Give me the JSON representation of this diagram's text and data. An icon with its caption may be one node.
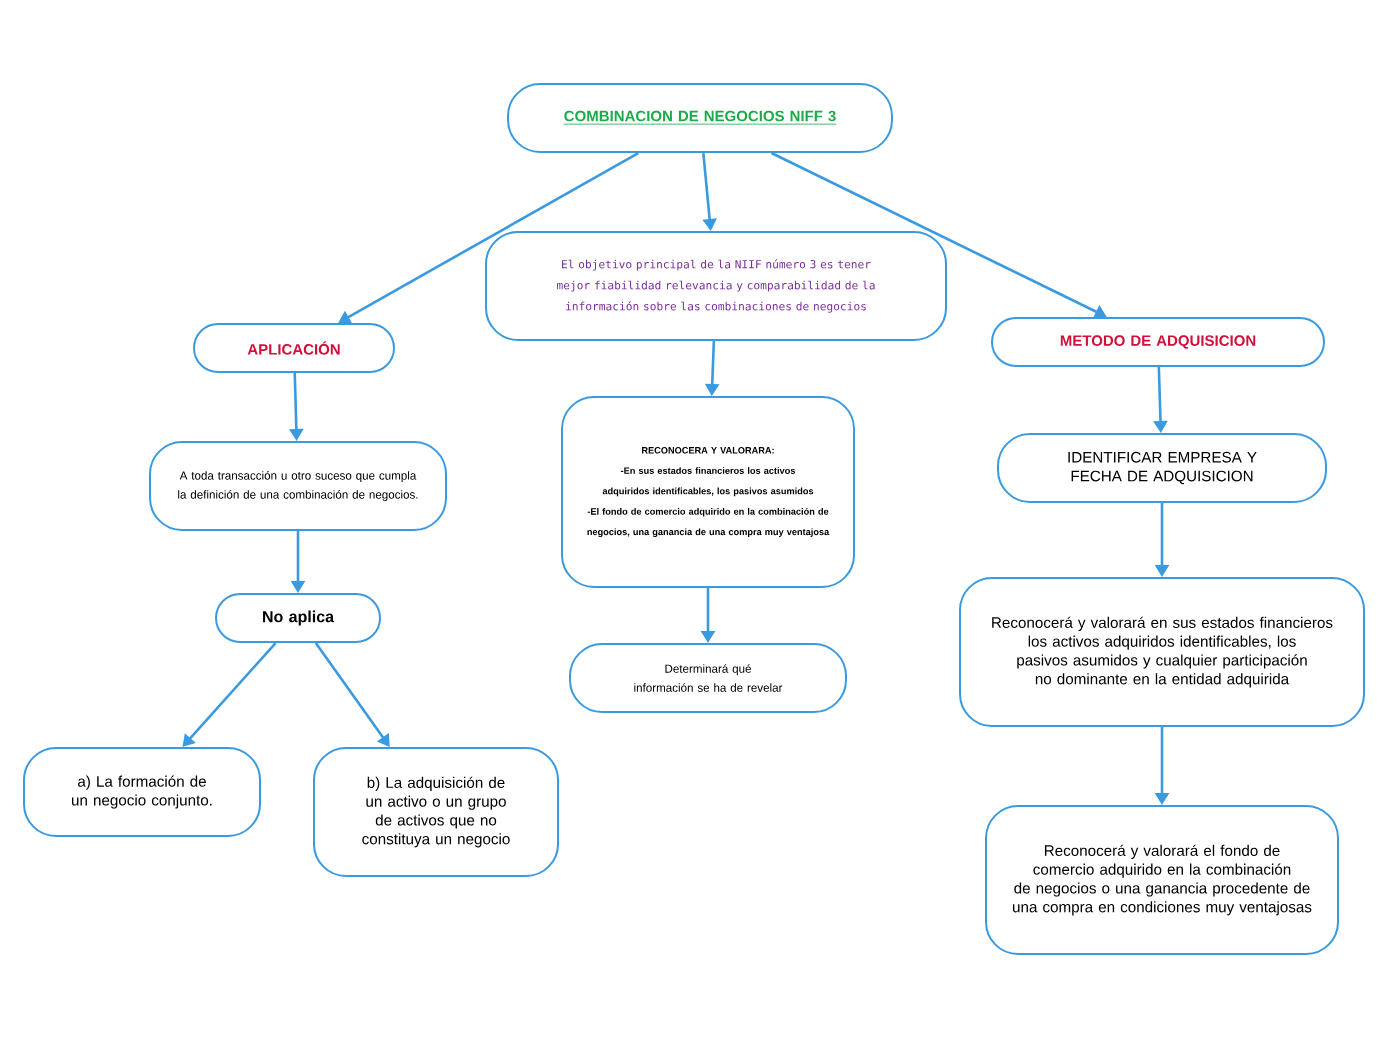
{
  "diagram": {
    "nodes": [
      {
        "text": [
          "COMBINACION DE NEGOCIOS NIFF 3"
        ]
      },
      {
        "text": [
          "El objetivo principal de la NIIF número 3 es tener mejor fiabilidad relevancia y comparabilidad de la información sobre las combinaciones de negocios"
        ]
      },
      {
        "text": [
          "APLICACIÓN"
        ]
      },
      {
        "text": [
          "METODO DE ADQUISICION"
        ]
      },
      {
        "text": [
          "RECONOCERA Y VALORARA:",
          "-En sus estados financieros los activos adquiridos identificables, los pasivos asumidos",
          "-El fondo de comercio adquirido en la combinación de negocios, una ganancia de una compra muy ventajosa"
        ]
      },
      {
        "text": [
          "A toda transacción u otro suceso que cumpla la definición de una combinación de negocios."
        ]
      },
      {
        "text": [
          "IDENTIFICAR EMPRESA Y FECHA DE ADQUISICION"
        ]
      },
      {
        "text": [
          "No aplica"
        ]
      },
      {
        "text": [
          "Determinará qué información se ha de revelar"
        ]
      },
      {
        "text": [
          "Reconocerá y valorará en sus estados financieros los activos adquiridos identificables, los pasivos asumidos y cualquier participación no dominante en la entidad adquirida"
        ]
      },
      {
        "text": [
          "a) La formación de un negocio conjunto."
        ]
      },
      {
        "text": [
          "b) La adquisición de un activo o un grupo de activos que no constituya un negocio"
        ]
      },
      {
        "text": [
          "Reconocerá y valorará el fondo de comercio adquirido en la combinación de negocios o una ganancia procedente de una compra en condiciones muy ventajosas"
        ]
      }
    ],
    "edges": [
      {
        "from": 0,
        "to": 2,
        "arrow": "to"
      },
      {
        "from": 0,
        "to": 1,
        "arrow": "to"
      },
      {
        "from": 0,
        "to": 3,
        "arrow": "to"
      },
      {
        "from": 2,
        "to": 5,
        "arrow": "to"
      },
      {
        "from": 5,
        "to": 7,
        "arrow": "to"
      },
      {
        "from": 7,
        "to": 10,
        "arrow": "to"
      },
      {
        "from": 7,
        "to": 11,
        "arrow": "to"
      },
      {
        "from": 1,
        "to": 4,
        "arrow": "to"
      },
      {
        "from": 4,
        "to": 8,
        "arrow": "to"
      },
      {
        "from": 3,
        "to": 6,
        "arrow": "to"
      },
      {
        "from": 6,
        "to": 9,
        "arrow": "to"
      },
      {
        "from": 9,
        "to": 12,
        "arrow": "to"
      }
    ]
  }
}
